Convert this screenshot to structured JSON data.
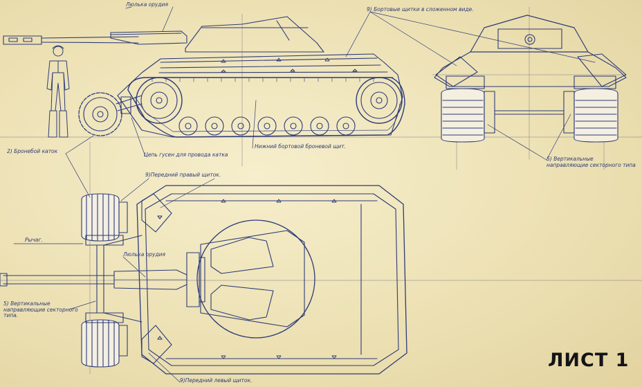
{
  "sheet": {
    "title_word": "ЛИСТ",
    "title_number": "1"
  },
  "labels": {
    "gun_barrel_top": "Люлька орудия",
    "side_armor_stowed": "9) Бортовые щитки в сложенном виде.",
    "armored_roller": "2) Бронебой каток",
    "track_chain": "Цепь гусен для провода катка",
    "lower_side_armor": "Нижний бортовой броневой щит.",
    "front_right_shield": "9)Передний правый щиток.",
    "vertical_guide_side": "5) Вертикальные направляющие секторного типа",
    "lever": "Рычаг.",
    "gun_barrel_plan": "Люлька орудия",
    "vertical_guide_plan": "5) Вертикальные направляющие секторного типа.",
    "front_left_shield": "9)Передний левый щиток."
  },
  "colors": {
    "paper": "#efe6bf",
    "ink": "#2c3a78",
    "pencil": "#6e6c78",
    "wheel_fill": "#f4efe0",
    "title": "#141418"
  }
}
